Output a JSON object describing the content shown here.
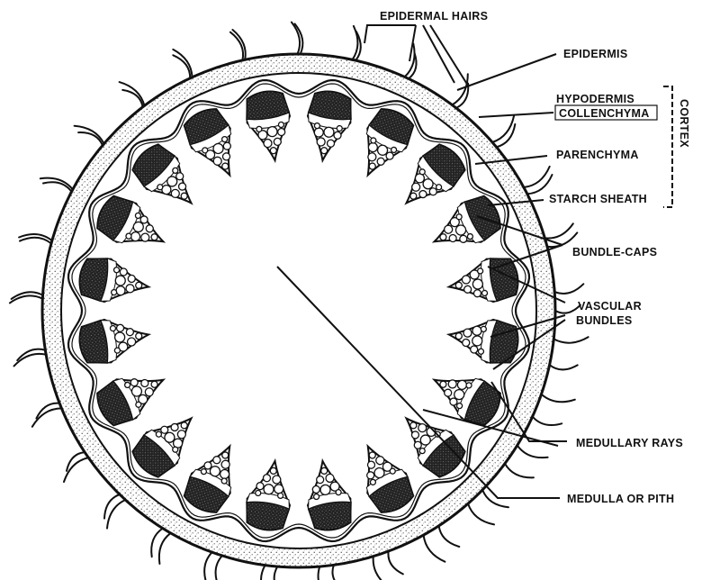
{
  "labels": {
    "epidermal_hairs": "EPIDERMAL HAIRS",
    "epidermis": "EPIDERMIS",
    "hypodermis": "HYPODERMIS",
    "collenchyma": "COLLENCHYMA",
    "cortex": "CORTEX",
    "parenchyma": "PARENCHYMA",
    "starch_sheath": "STARCH SHEATH",
    "bundle_caps": "BUNDLE-CAPS",
    "vascular": "VASCULAR",
    "bundles": "BUNDLES",
    "medullary_rays": "MEDULLARY RAYS",
    "medulla_or_pith": "MEDULLA OR PITH"
  },
  "colors": {
    "ink": "#111111",
    "paper": "#ffffff",
    "stipple": "#555555"
  }
}
